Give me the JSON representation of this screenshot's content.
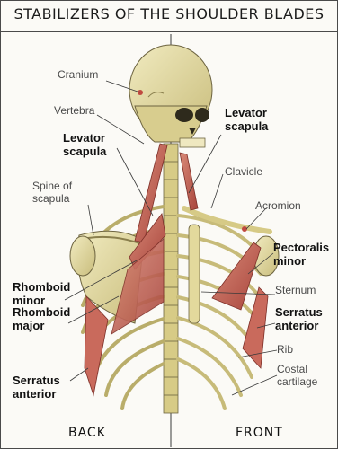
{
  "title": "STABILIZERS OF THE SHOULDER BLADES",
  "labels": {
    "cranium": "Cranium",
    "vertebra": "Vertebra",
    "levator_left": "Levator\nscapula",
    "spine_of_scapula": "Spine of\nscapula",
    "rhomboid_minor": "Rhomboid\nminor",
    "rhomboid_major": "Rhomboid\nmajor",
    "serratus_left": "Serratus\nanterior",
    "levator_right": "Levator\nscapula",
    "clavicle": "Clavicle",
    "acromion": "Acromion",
    "pectoralis_minor": "Pectoralis\nminor",
    "sternum": "Sternum",
    "serratus_right": "Serratus\nanterior",
    "rib": "Rib",
    "costal_cartilage": "Costal\ncartilage"
  },
  "footer": {
    "back": "BACK",
    "front": "FRONT"
  },
  "colors": {
    "bone": "#e8dfa6",
    "bone_shade": "#b9ad6a",
    "muscle": "#b8554a",
    "muscle_light": "#d98a78",
    "line": "#3a3a3a"
  }
}
